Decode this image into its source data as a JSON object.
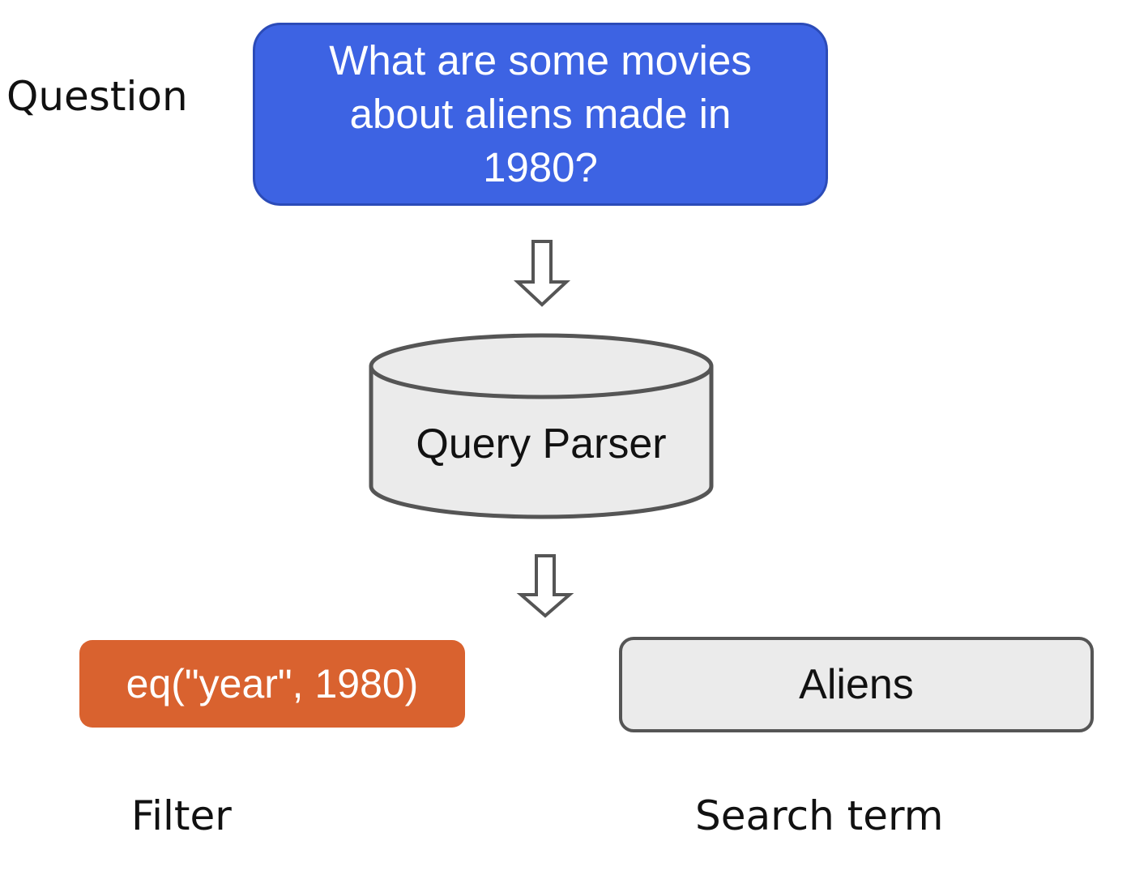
{
  "labels": {
    "question": "Question",
    "filter": "Filter",
    "search_term": "Search term"
  },
  "nodes": {
    "question_text": "What are some movies about aliens made in 1980?",
    "parser_text": "Query Parser",
    "filter_text": "eq(\"year\", 1980)",
    "search_term_text": "Aliens"
  },
  "colors": {
    "question_fill": "#3d63e3",
    "filter_fill": "#d9622f",
    "parser_fill": "#ebebeb",
    "search_term_fill": "#ebebeb",
    "stroke": "#555555"
  },
  "icons": {
    "arrow": "hollow-down-arrow-icon",
    "parser": "database-cylinder-icon"
  }
}
